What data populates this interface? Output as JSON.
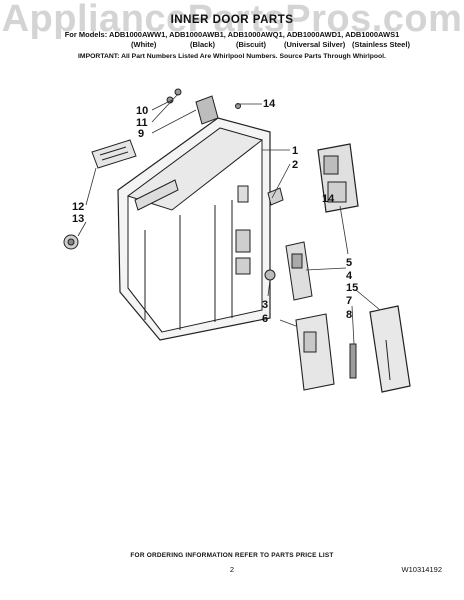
{
  "header": {
    "watermark": "AppliancePartsPros.com",
    "title": "INNER DOOR PARTS",
    "models": "For Models: ADB1000AWW1, ADB1000AWB1, ADB1000AWQ1, ADB1000AWD1, ADB1000AWS1",
    "colors": [
      "(White)",
      "(Black)",
      "(Biscuit)",
      "(Universal Silver)",
      "(Stainless Steel)"
    ],
    "important": "IMPORTANT: All Part Numbers Listed Are Whirlpool Numbers. Source Parts Through Whirlpool."
  },
  "callouts": [
    "10",
    "11",
    "9",
    "14",
    "1",
    "2",
    "12",
    "13",
    "14",
    "5",
    "4",
    "3",
    "15",
    "7",
    "6",
    "8"
  ],
  "footer": {
    "ordering": "FOR ORDERING INFORMATION REFER TO PARTS PRICE LIST",
    "page": "2",
    "doc_number": "W10314192"
  }
}
